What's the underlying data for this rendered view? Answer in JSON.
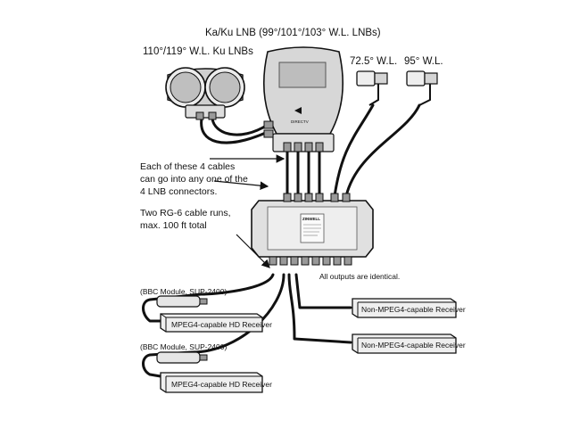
{
  "labels": {
    "top_title": "Ka/Ku LNB (99°/101°/103° W.L. LNBs)",
    "ku_lnbs": "110°/119° W.L. Ku LNBs",
    "wl_72": "72.5° W.L.",
    "wl_95": "95° W.L.",
    "cables_note_1": "Each of these 4 cables",
    "cables_note_2": "can go into any one of the",
    "cables_note_3": "4 LNB connectors.",
    "rg6_note_1": "Two RG-6 cable runs,",
    "rg6_note_2": "max. 100 ft total",
    "outputs_note": "All outputs are identical.",
    "bbc_1": "(BBC Module, SUP-2400)",
    "bbc_2": "(BBC Module, SUP-2400)",
    "hd_receiver_1": "MPEG4-capable HD Receiver",
    "hd_receiver_2": "MPEG4-capable HD Receiver",
    "non_mpeg4_1": "Non-MPEG4-capable Receiver",
    "non_mpeg4_2": "Non-MPEG4-capable Receiver",
    "directv_brand": "DIRECTV",
    "switch_brand": "ZINWELL"
  },
  "colors": {
    "line": "#111111",
    "device_face": "#e6e6e6",
    "lnb_body": "#cfcfcf",
    "dish_panel": "#bdbdbd"
  }
}
